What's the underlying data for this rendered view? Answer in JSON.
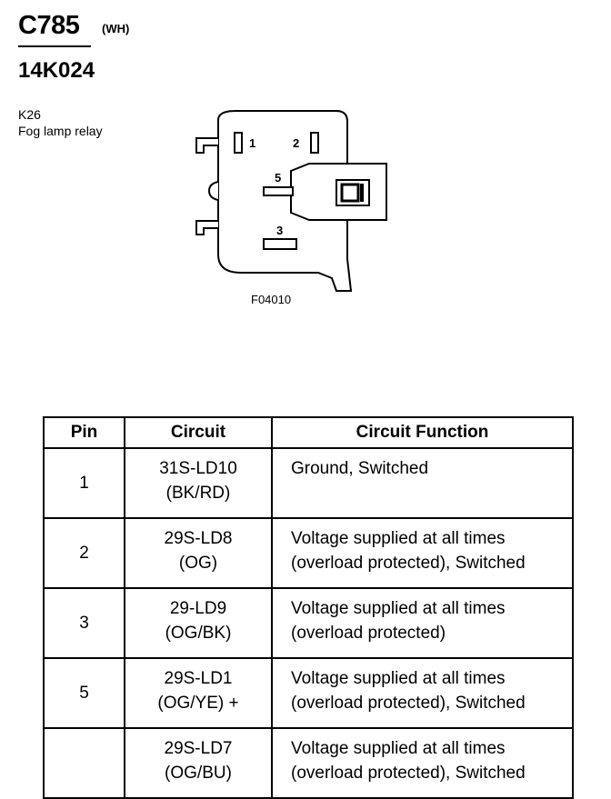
{
  "header": {
    "connector_id": "C785",
    "connector_color": "(WH)",
    "part_number": "14K024"
  },
  "component": {
    "id": "K26",
    "name": "Fog lamp relay"
  },
  "diagram": {
    "pin_labels": [
      "1",
      "2",
      "5",
      "3"
    ],
    "figure_code": "F04010"
  },
  "table": {
    "headers": [
      "Pin",
      "Circuit",
      "Circuit Function"
    ],
    "rows": [
      {
        "pin": "1",
        "circuit": "31S-LD10",
        "color": "(BK/RD)",
        "function_line1": "Ground, Switched",
        "function_line2": ""
      },
      {
        "pin": "2",
        "circuit": "29S-LD8",
        "color": "(OG)",
        "function_line1": "Voltage supplied at all times",
        "function_line2": "(overload protected), Switched"
      },
      {
        "pin": "3",
        "circuit": "29-LD9",
        "color": "(OG/BK)",
        "function_line1": "Voltage supplied at all times",
        "function_line2": "(overload protected)"
      },
      {
        "pin": "5",
        "circuit": "29S-LD1",
        "color": "(OG/YE) +",
        "function_line1": "Voltage supplied at all times",
        "function_line2": "(overload protected), Switched"
      },
      {
        "pin": "",
        "circuit": "29S-LD7",
        "color": "(OG/BU)",
        "function_line1": "Voltage supplied at all times",
        "function_line2": "(overload protected), Switched"
      }
    ]
  }
}
